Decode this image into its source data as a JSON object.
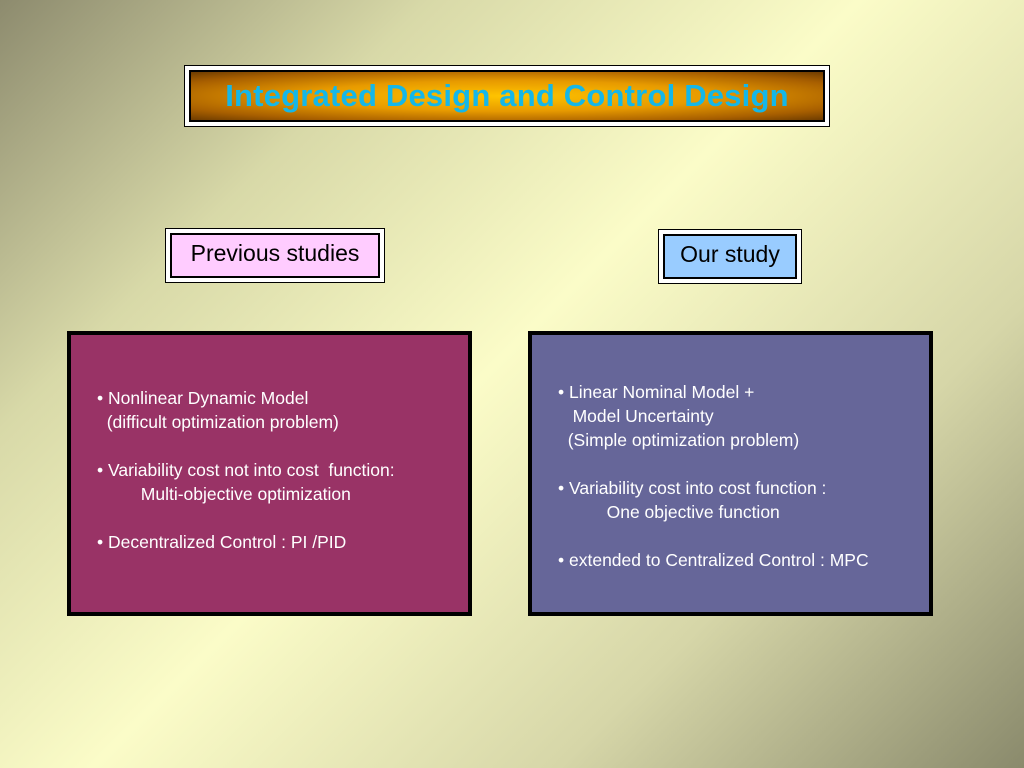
{
  "title": "Integrated Design and Control Design",
  "previous": {
    "label": "Previous studies",
    "lines": [
      "• Nonlinear Dynamic Model",
      "  (difficult optimization problem)",
      "",
      "• Variability cost not into cost  function:",
      "         Multi-objective optimization",
      "",
      "• Decentralized Control : PI /PID"
    ]
  },
  "our": {
    "label": "Our study",
    "lines": [
      "• Linear Nominal Model +",
      "   Model Uncertainty",
      "  (Simple optimization problem)",
      "",
      "• Variability cost into cost function :",
      "          One objective function",
      "",
      "• extended to Centralized Control : MPC"
    ]
  },
  "colors": {
    "title_text": "#15b7e8",
    "title_fill": "#e79a00",
    "previous_label_fill": "#ffccff",
    "our_label_fill": "#99ccff",
    "previous_panel_fill": "#993366",
    "our_panel_fill": "#666699"
  }
}
